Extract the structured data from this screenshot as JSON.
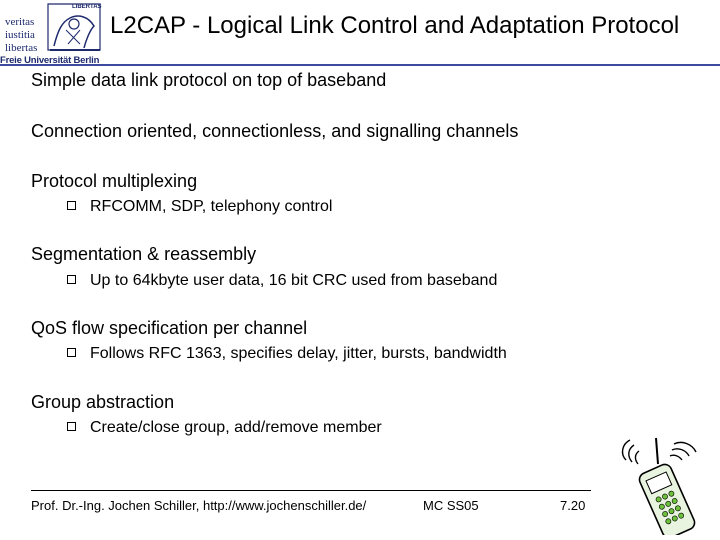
{
  "logo": {
    "motto": [
      "veritas",
      "iustitia",
      "libertas"
    ],
    "seal_text": "LIBERTAS",
    "institution": "Freie Universität Berlin"
  },
  "title": "L2CAP - Logical Link Control and Adaptation Protocol",
  "bullets": [
    {
      "text": "Simple data link protocol on top of baseband",
      "sub": []
    },
    {
      "text": "Connection oriented, connectionless, and signalling channels",
      "sub": []
    },
    {
      "text": "Protocol multiplexing",
      "sub": [
        "RFCOMM, SDP, telephony control"
      ]
    },
    {
      "text": "Segmentation & reassembly",
      "sub": [
        "Up to 64kbyte user data, 16 bit CRC used from baseband"
      ]
    },
    {
      "text": "QoS flow specification per channel",
      "sub": [
        "Follows RFC 1363, specifies delay, jitter, bursts, bandwidth"
      ]
    },
    {
      "text": "Group abstraction",
      "sub": [
        "Create/close group, add/remove member"
      ]
    }
  ],
  "footer": {
    "author": "Prof. Dr.-Ing. Jochen Schiller, http://www.jochenschiller.de/",
    "course": "MC SS05",
    "page": "7.20"
  },
  "colors": {
    "accent": "#3a4ba0",
    "phone_green": "#6bbf3a"
  }
}
